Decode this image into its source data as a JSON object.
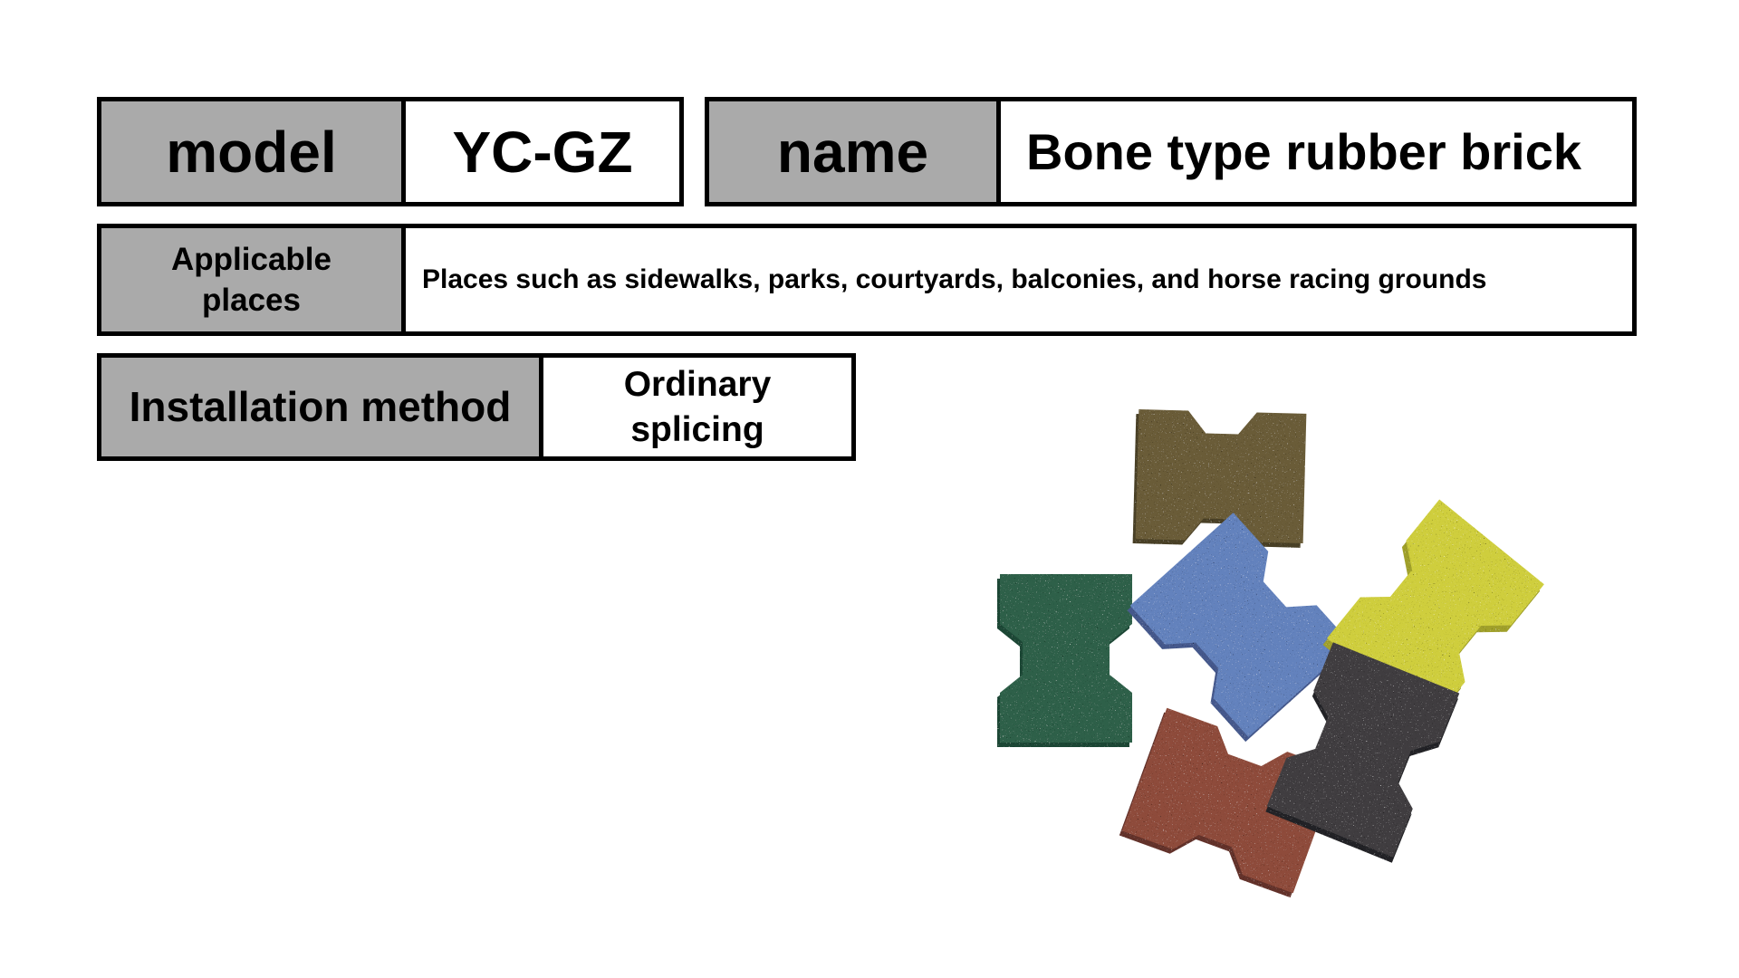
{
  "page": {
    "background": "#ffffff",
    "grid_color": "#000000",
    "header_bg": "#aaaaaa",
    "text_color": "#000000"
  },
  "spec": {
    "model_label": "model",
    "model_value": "YC-GZ",
    "name_label": "name",
    "name_value": "Bone type rubber brick",
    "places_label": "Applicable\nplaces",
    "places_value": "Places such as sidewalks, parks, courtyards, balconies, and horse racing grounds",
    "install_label": "Installation method",
    "install_value": "Ordinary\nsplicing"
  },
  "photo": {
    "subject": "bone-type rubber bricks in six colors",
    "bricks": [
      {
        "id": "olive",
        "color_name": "olive brown",
        "fill": "#6a5c38",
        "side": "#4a4026"
      },
      {
        "id": "green",
        "color_name": "green",
        "fill": "#2e6049",
        "side": "#1d4736"
      },
      {
        "id": "blue",
        "color_name": "blue",
        "fill": "#6482bd",
        "side": "#44598c"
      },
      {
        "id": "yellow",
        "color_name": "yellow",
        "fill": "#cfce3e",
        "side": "#a0a02c"
      },
      {
        "id": "red",
        "color_name": "terracotta red",
        "fill": "#8e4b3a",
        "side": "#63302a"
      },
      {
        "id": "charcoal",
        "color_name": "charcoal black",
        "fill": "#3f3e41",
        "side": "#232325"
      }
    ]
  }
}
